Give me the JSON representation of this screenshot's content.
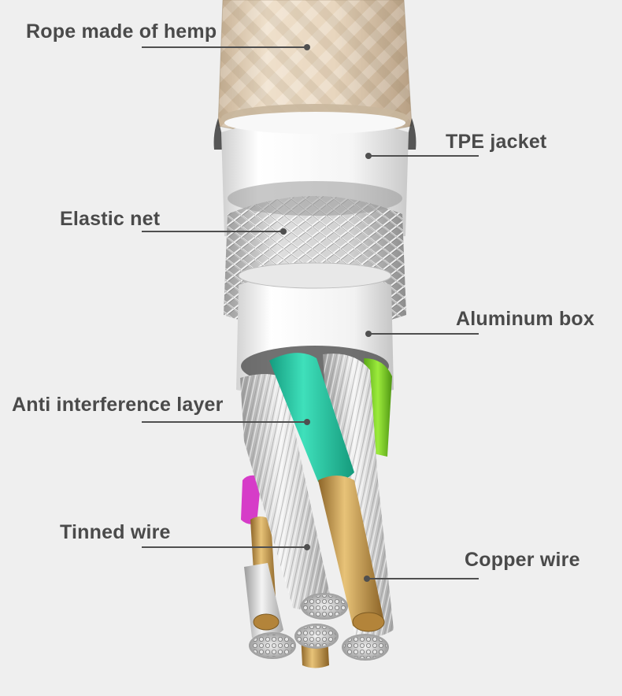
{
  "colors": {
    "background": "#efefef",
    "hemp_rope": "#e9d7bf",
    "tpe_jacket": "#f6f6f6",
    "elastic_net": "#b9b9b9",
    "aluminum_box": "#f2f2f2",
    "teal_insulation": "#27c9a5",
    "green_insulation": "#7ed321",
    "magenta_insulation": "#d63cc8",
    "copper": "#c89a45",
    "tinned_wire": "#d2d2d2",
    "label_text": "#4a4a4a"
  },
  "labels": {
    "rope": "Rope made of hemp",
    "tpe": "TPE jacket",
    "elastic": "Elastic net",
    "aluminum": "Aluminum box",
    "anti": "Anti interference layer",
    "tinned": "Tinned wire",
    "copper": "Copper wire"
  }
}
